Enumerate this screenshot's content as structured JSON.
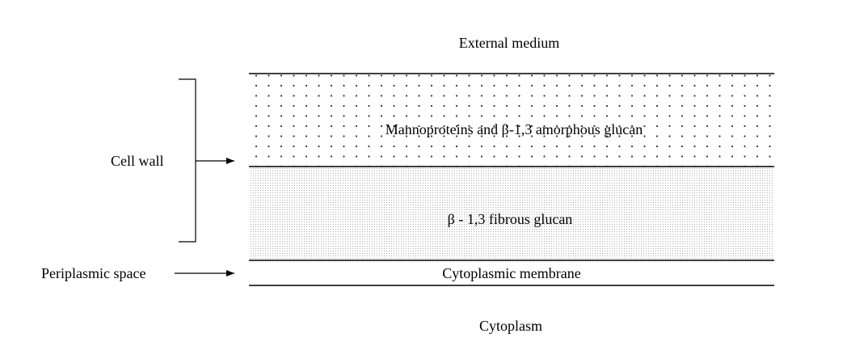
{
  "labels": {
    "external_medium": "External medium",
    "outer_layer": "Mannoproteins and β-1,3 amorphous glucan",
    "inner_layer": "β - 1,3 fibrous glucan",
    "cell_wall": "Cell wall",
    "periplasmic_space": "Periplasmic space",
    "cytoplasmic_membrane": "Cytoplasmic membrane",
    "cytoplasm": "Cytoplasm"
  }
}
